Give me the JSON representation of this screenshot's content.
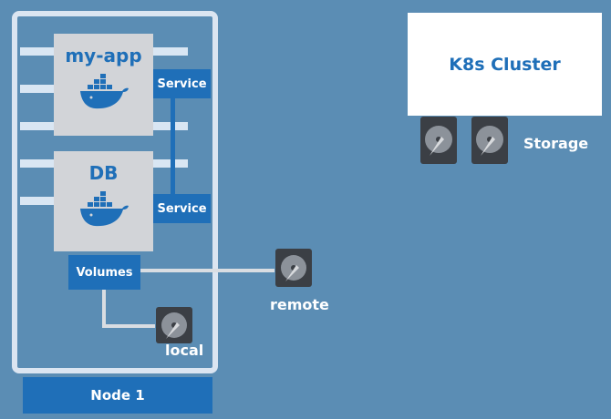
{
  "node": {
    "label": "Node 1"
  },
  "pods": [
    {
      "title": "my-app",
      "service_label": "Service"
    },
    {
      "title": "DB",
      "service_label": "Service"
    }
  ],
  "volumes": {
    "label": "Volumes"
  },
  "disks": {
    "local_label": "local",
    "remote_label": "remote"
  },
  "cluster": {
    "title": "K8s Cluster",
    "storage_label": "Storage"
  },
  "colors": {
    "background": "#5b8db4",
    "accent_blue": "#1f6fb8",
    "pod_grey": "#d2d4d8",
    "frame": "#dbe5f1",
    "disk": "#3b3f45"
  },
  "icons": [
    "docker-whale-icon",
    "hard-disk-icon"
  ]
}
